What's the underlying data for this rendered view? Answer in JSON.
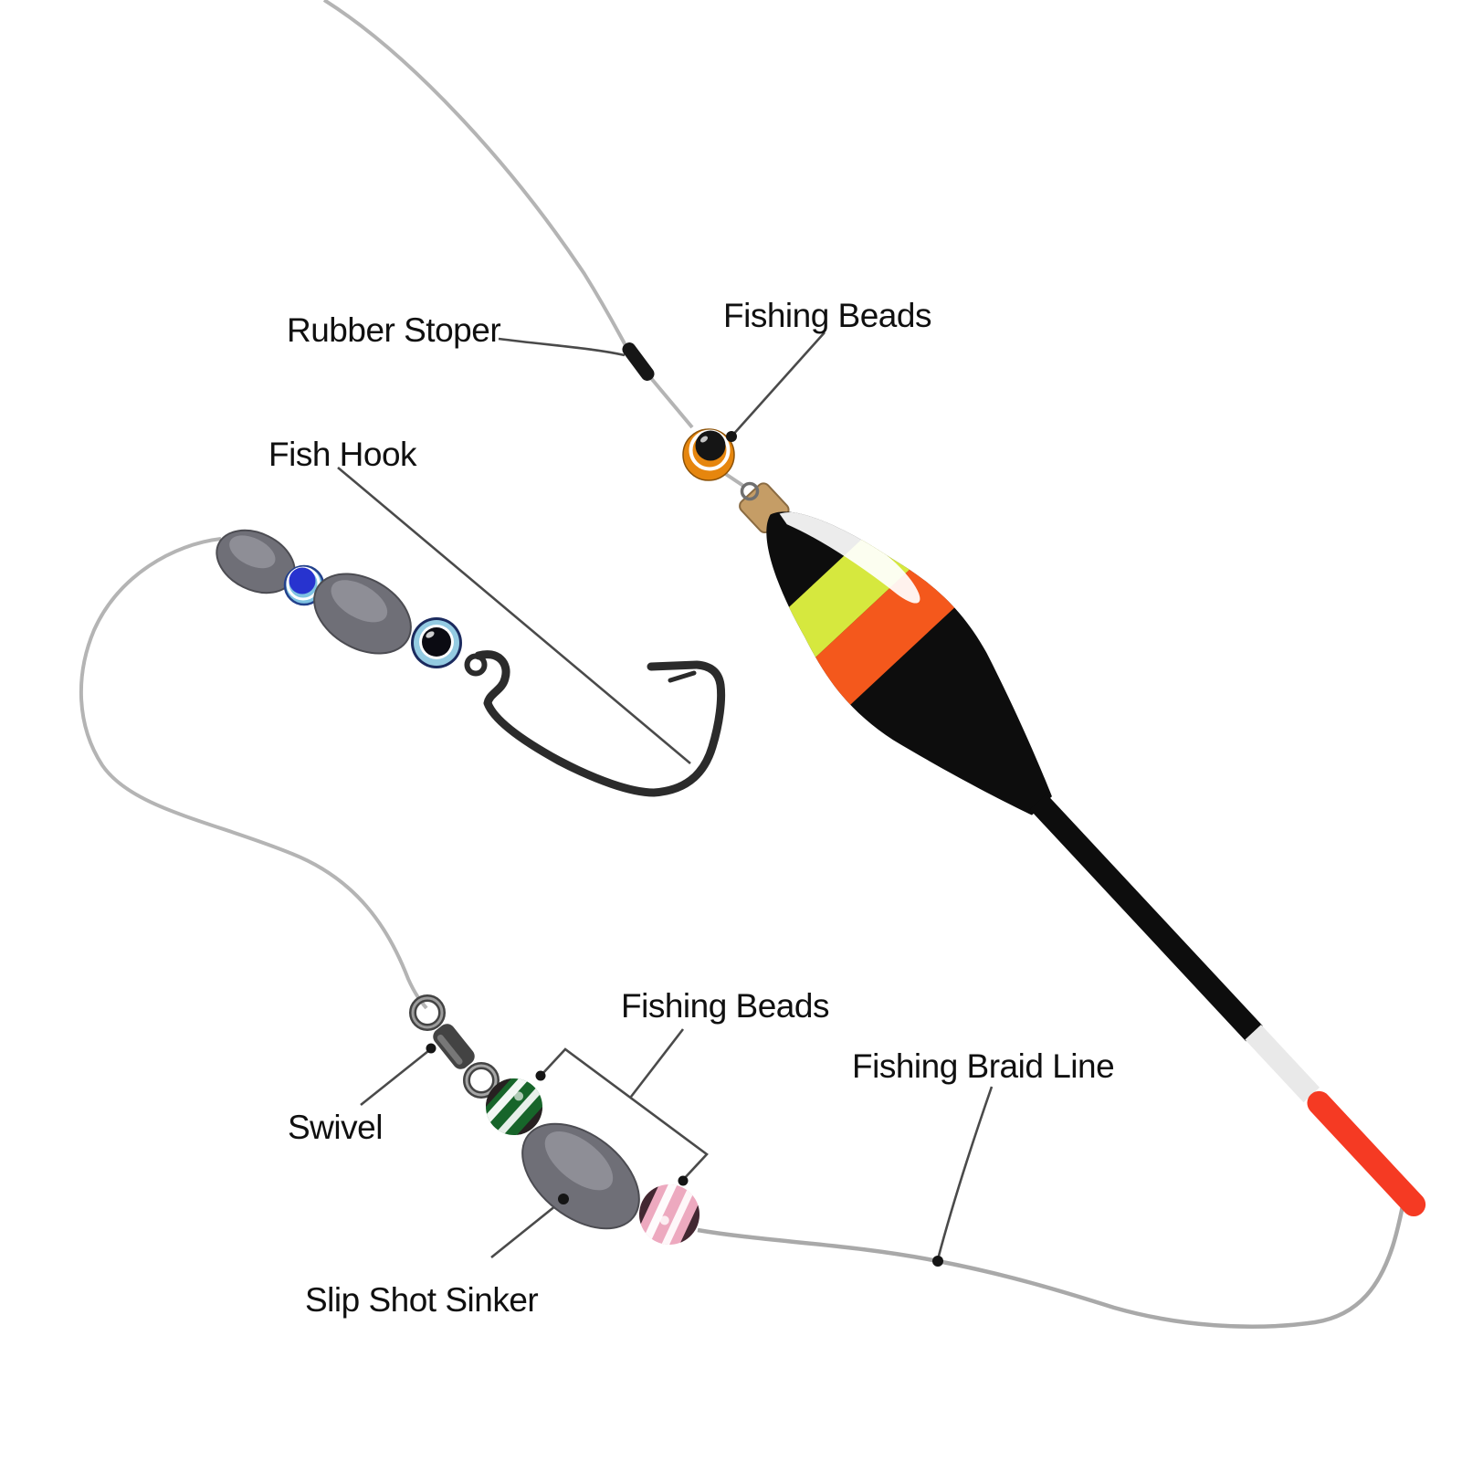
{
  "diagram": {
    "labels": {
      "rubber_stopper": "Rubber Stoper",
      "fishing_beads_top": "Fishing Beads",
      "fish_hook": "Fish Hook",
      "swivel": "Swivel",
      "fishing_beads_lower": "Fishing Beads",
      "slip_shot_sinker": "Slip Shot Sinker",
      "fishing_braid_line": "Fishing Braid Line"
    },
    "colors": {
      "background": "#ffffff",
      "label_text": "#101010",
      "fishing_line": "#b4b4b4",
      "braid_line": "#a9a9a9",
      "leader_line": "#4a4a4a",
      "pointer_dot": "#151515",
      "rubber_stopper": "#161616",
      "bead_orange": "#e6860e",
      "bead_dome_black": "#151515",
      "float_body": "#0d0d0d",
      "float_band_yellow": "#d6e83e",
      "float_band_orange": "#f4581c",
      "float_ferrule_gold": "#c59d66",
      "float_stem_white": "#e9e9e9",
      "float_tip_red": "#f53a23",
      "hook_metal": "#2b2b2b",
      "swivel_metal": "#434343",
      "sinker_gray": "#6f6f77",
      "sinker_highlight": "#a8a8b0",
      "bead_blue": "#2733cf",
      "bead_blue_light": "#7fc3e2",
      "bead_eye_black": "#0b0b12",
      "bead_eye_ring": "#94cbe2",
      "bead_green": "#17652a",
      "bead_pink": "#eda9bf",
      "bead_stripe_white": "#ffffff",
      "bead_pole_dark": "#2a1420"
    }
  }
}
